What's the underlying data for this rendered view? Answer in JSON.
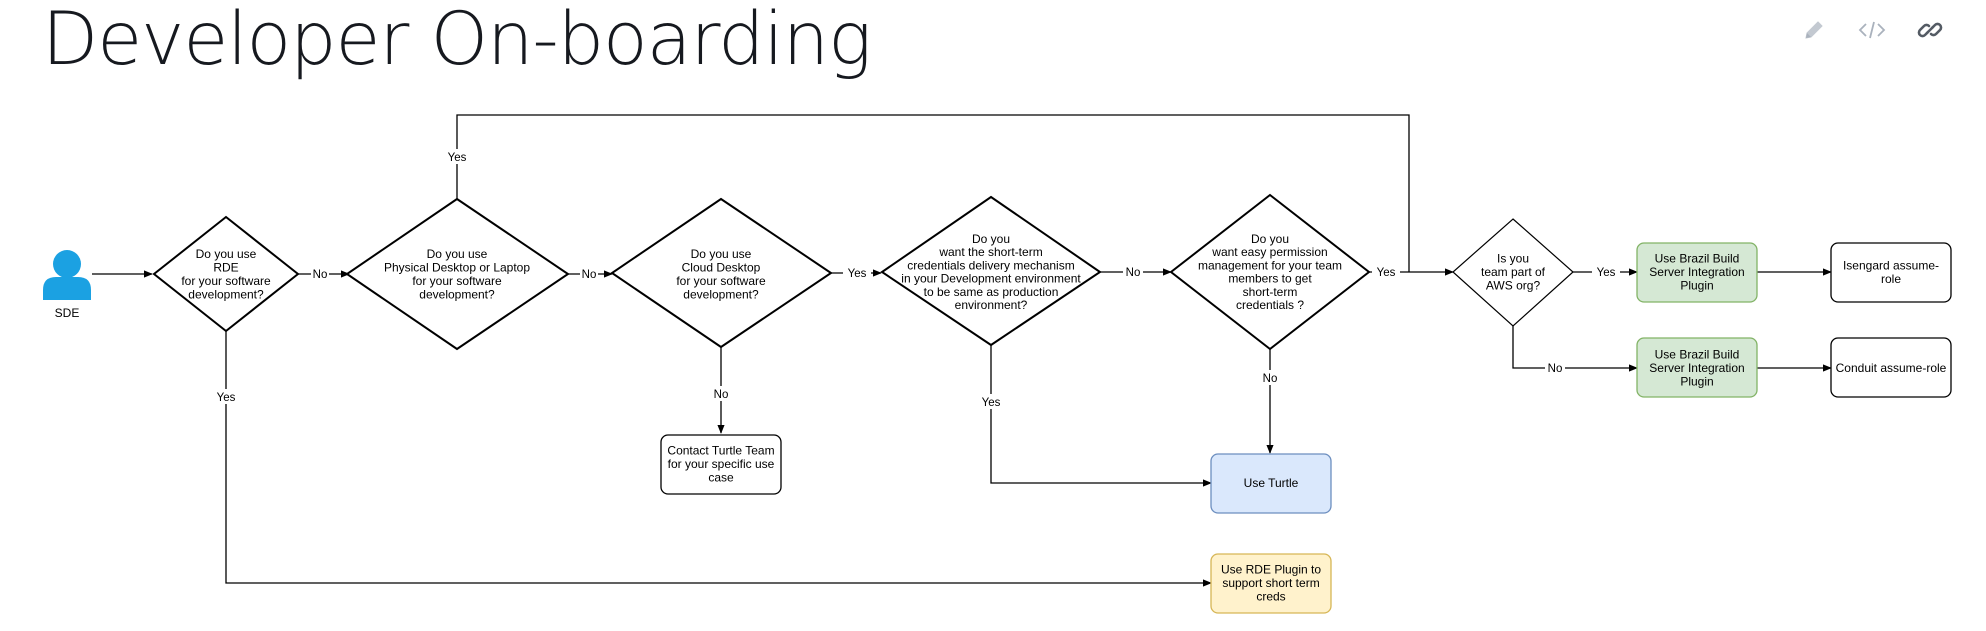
{
  "page": {
    "title": "Developer On-boarding"
  },
  "toolbar": {
    "edit_icon": "pencil-icon",
    "embed_icon": "code-icon",
    "link_icon": "link-icon",
    "icon_color": "#8d99a8"
  },
  "colors": {
    "green_fill": "#d5e8d4",
    "green_stroke": "#82b366",
    "blue_fill": "#dae8fc",
    "blue_stroke": "#6c8ebf",
    "yellow_fill": "#fff2cc",
    "yellow_stroke": "#d6b656",
    "actor": "#1ba1e2"
  },
  "diagram": {
    "actor": {
      "label": "SDE",
      "icon": "person-icon"
    },
    "decision_rde": {
      "lines": [
        "Do you use",
        "RDE",
        "for your software",
        "development?"
      ]
    },
    "decision_physical": {
      "lines": [
        "Do you use",
        "Physical Desktop or Laptop",
        "for your software",
        "development?"
      ]
    },
    "decision_cloud": {
      "lines": [
        "Do you use",
        "Cloud Desktop",
        "for your software",
        "development?"
      ]
    },
    "decision_credentials": {
      "lines": [
        "Do you",
        "want the short-term",
        "credentials delivery mechanism",
        "in your Development environment",
        "to be same as production",
        "environment?"
      ]
    },
    "decision_permission": {
      "lines": [
        "Do you",
        "want easy permission",
        "management for your team",
        "members to get",
        "short-term",
        "credentials ?"
      ]
    },
    "decision_aws_org": {
      "lines": [
        "Is you",
        "team part of",
        "AWS org?"
      ]
    },
    "box_brazil_yes": {
      "lines": [
        "Use Brazil Build",
        "Server Integration",
        "Plugin"
      ]
    },
    "box_brazil_no": {
      "lines": [
        "Use Brazil Build",
        "Server Integration",
        "Plugin"
      ]
    },
    "box_isengard": {
      "lines": [
        "Isengard assume-",
        "role"
      ]
    },
    "box_conduit": {
      "lines": [
        "Conduit assume-role"
      ]
    },
    "box_contact_turtle": {
      "lines": [
        "Contact Turtle Team",
        "for your specific use",
        "case"
      ]
    },
    "box_use_turtle": {
      "lines": [
        "Use Turtle"
      ]
    },
    "box_rde_plugin": {
      "lines": [
        "Use RDE Plugin to",
        "support short term",
        "creds"
      ]
    },
    "edges": {
      "rde_no": "No",
      "rde_yes": "Yes",
      "physical_no": "No",
      "physical_yes": "Yes",
      "cloud_yes": "Yes",
      "cloud_no": "No",
      "cred_no": "No",
      "cred_yes": "Yes",
      "perm_yes": "Yes",
      "perm_no": "No",
      "aws_yes": "Yes",
      "aws_no": "No"
    }
  }
}
